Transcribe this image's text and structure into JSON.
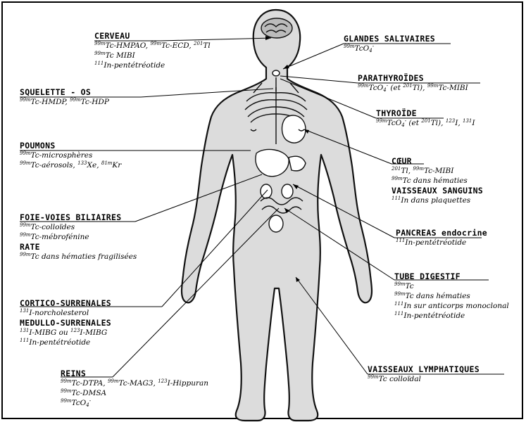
{
  "organs": {
    "cerveau": {
      "title": "CERVEAU",
      "lines": [
        "99mTc-HMPAO, 99mTc-ECD, 201Tl",
        "99mTc MIBI",
        "111In-pentétréotide"
      ]
    },
    "squelette": {
      "title": "SQUELETTE - OS",
      "lines": [
        "99mTc-HMDP, 99mTc-HDP"
      ]
    },
    "poumons": {
      "title": "POUMONS",
      "lines": [
        "99mTc-microsphères",
        "99mTc-aérosols, 133Xe, 81mKr"
      ]
    },
    "foie": {
      "title": "FOIE-VOIES BILIAIRES",
      "lines": [
        "99mTc-colloïdes",
        "99mTc-mébrofénine"
      ],
      "title2": "RATE",
      "lines2": [
        "99mTc dans hématies fragilisées"
      ]
    },
    "cortico": {
      "title": "CORTICO-SURRENALES",
      "lines": [
        "131I-norcholesterol"
      ],
      "title2": "MEDULLO-SURRENALES",
      "lines2": [
        "131I-MIBG ou 123I-MIBG",
        "111In-pentétréotide"
      ]
    },
    "reins": {
      "title": "REINS",
      "lines": [
        "99mTc-DTPA, 99mTc-MAG3, 123I-Hippuran",
        "99mTc-DMSA",
        "99mTcO4-"
      ]
    },
    "glandes": {
      "title": "GLANDES SALIVAIRES",
      "lines": [
        "99mTcO4-"
      ]
    },
    "parathyroides": {
      "title": "PARATHYROÏDES",
      "lines": [
        "99mTcO4- (et 201Tl), 99mTc-MIBI"
      ]
    },
    "thyroide": {
      "title": "THYROÏDE",
      "lines": [
        "99mTcO4- (et 201Tl), 123I, 131I"
      ]
    },
    "coeur": {
      "title": "CŒUR",
      "lines": [
        "201Tl, 99mTc-MIBI",
        "99mTc dans hématies"
      ],
      "title2": "VAISSEAUX SANGUINS",
      "lines2": [
        "111In dans plaquettes"
      ]
    },
    "pancreas": {
      "title": "PANCREAS endocrine",
      "lines": [
        "111In-pentétréotide"
      ]
    },
    "tube": {
      "title": "TUBE DIGESTIF",
      "lines": [
        "99mTc",
        "99mTc dans hématies",
        "111In sur anticorps monoclonal",
        "111In-pentétréotide"
      ]
    },
    "lymph": {
      "title": "VAISSEAUX LYMPHATIQUES",
      "lines": [
        "99mTc colloïdal"
      ]
    }
  }
}
